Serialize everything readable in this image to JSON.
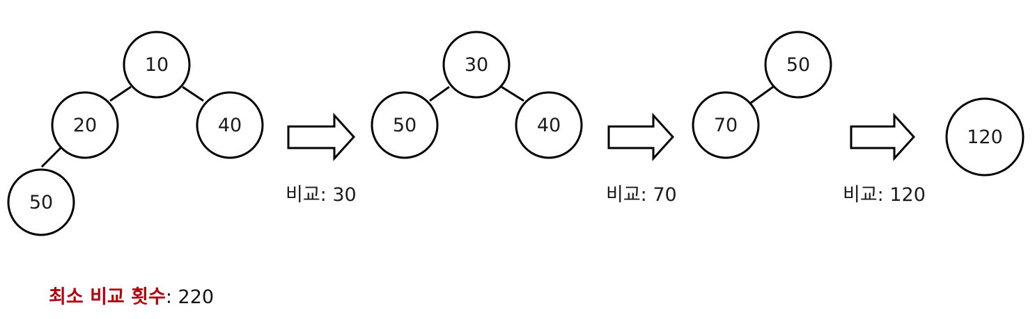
{
  "accent_color": "#b3000c",
  "steps": [
    {
      "nodes": [
        "10",
        "20",
        "40",
        "50"
      ],
      "edges": [
        [
          "10",
          "20"
        ],
        [
          "10",
          "40"
        ],
        [
          "20",
          "50"
        ]
      ]
    },
    {
      "comparison": "비교: 30",
      "nodes": [
        "30",
        "50",
        "40"
      ],
      "edges": [
        [
          "30",
          "50"
        ],
        [
          "30",
          "40"
        ]
      ]
    },
    {
      "comparison": "비교: 70",
      "nodes": [
        "50",
        "70"
      ],
      "edges": [
        [
          "50",
          "70"
        ]
      ]
    },
    {
      "comparison": "비교: 120",
      "nodes": [
        "120"
      ],
      "edges": []
    }
  ],
  "summary": {
    "label": "최소 비교 횟수",
    "separator": ": ",
    "value": "220"
  }
}
